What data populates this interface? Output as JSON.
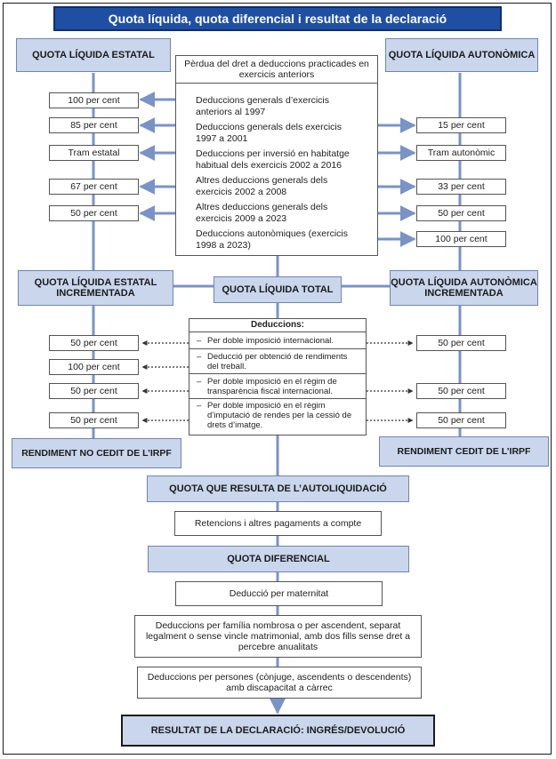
{
  "title": "Quota líquida, quota diferencial i resultat de la declaració",
  "left": {
    "header": "QUOTA LÍQUIDA ESTATAL",
    "rates": [
      "100 per cent",
      "85 per cent",
      "Tram estatal",
      "67 per cent",
      "50 per cent"
    ],
    "incremented": "QUOTA LÍQUIDA ESTATAL INCREMENTADA",
    "deduction_rates": [
      "50 per cent",
      "100 per cent",
      "50 per cent",
      "50 per cent"
    ],
    "final": "RENDIMENT NO CEDIT DE L’IRPF"
  },
  "right": {
    "header": "QUOTA LÍQUIDA AUTONÒMICA",
    "rates": [
      "15 per cent",
      "Tram autonòmic",
      "33 per cent",
      "50 per cent",
      "100 per cent"
    ],
    "incremented": "QUOTA LÍQUIDA AUTONÒMICA INCREMENTADA",
    "deduction_rates": [
      "50 per cent",
      "50 per cent",
      "50 per cent"
    ],
    "final": "RENDIMENT CEDIT DE L’IRPF"
  },
  "center_list": {
    "header": "Pèrdua del dret a deduccions practicades en exercicis anteriors",
    "items": [
      "Deduccions generals d’exercicis anteriors al 1997",
      "Deduccions generals dels exercicis 1997 a 2001",
      "Deduccions per inversió en habitatge habitual dels exercicis 2002 a 2016",
      "Altres deduccions generals dels exercicis 2002 a 2008",
      "Altres deduccions generals dels exercicis 2009 a 2023",
      "Deduccions autonòmiques (exercicis 1998 a 2023)"
    ]
  },
  "total": "QUOTA LÍQUIDA TOTAL",
  "deductions": {
    "header": "Deduccions:",
    "items": [
      "Per doble imposició internacional.",
      "Deducció per obtenció de rendiments del treball.",
      "Per doble imposició en el règim de transparència fiscal internacional.",
      "Per doble imposició en el règim d’imputació de rendes per la cessió de drets d’imatge."
    ]
  },
  "flow": {
    "autoliquidacio": "QUOTA QUE RESULTA DE L’AUTOLIQUIDACIÓ",
    "retencions": "Retencions i altres pagaments a compte",
    "diferencial": "QUOTA DIFERENCIAL",
    "maternitat": "Deducció per maternitat",
    "familia": "Deduccions per família nombrosa o per ascendent, separat legalment o sense vincle matrimonial, amb dos fills sense dret a percebre anualitats",
    "discapacitat": "Deduccions per persones (cònjuge, ascendents o descendents) amb discapacitat a càrrec",
    "resultat": "RESULTAT DE LA DECLARACIÓ: INGRÉS/DEVOLUCIÓ"
  },
  "colors": {
    "title_bg": "#1f4fa3",
    "box_blue": "#c9d6ec",
    "line_blue": "#7a93c7"
  }
}
